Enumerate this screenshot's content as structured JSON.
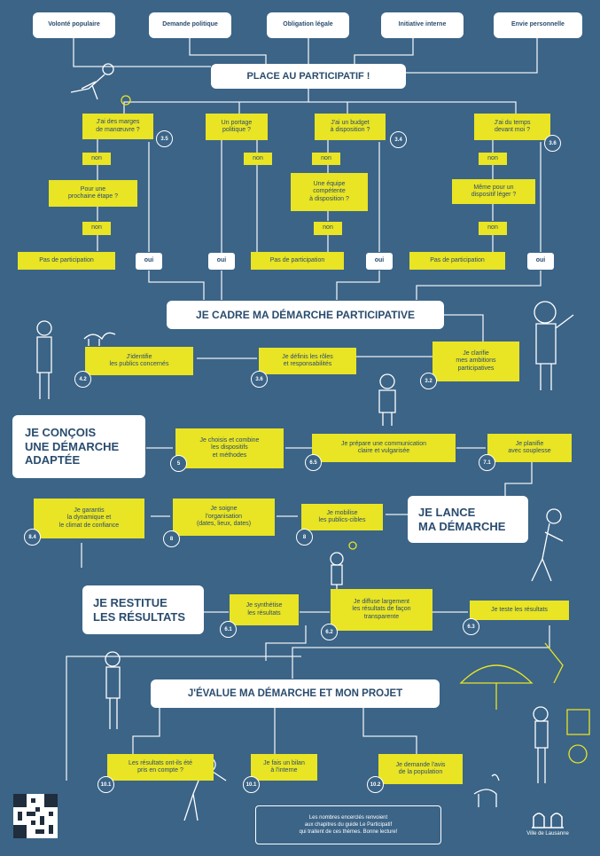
{
  "sources": [
    "Volonté populaire",
    "Demande politique",
    "Obligation légale",
    "Initiative interne",
    "Envie personnelle"
  ],
  "title_participatif": "PLACE AU PARTICIPATIF !",
  "q_marges": "J'ai des marges\nde manœuvre ?",
  "q_portage": "Un portage\npolitique ?",
  "q_budget": "J'ai un budget\nà disposition ?",
  "q_temps": "J'ai du temps\ndevant moi ?",
  "q_etape": "Pour une\nprochaine étape ?",
  "q_equipe": "Une équipe\ncompétente\nà disposition ?",
  "q_leger": "Même pour un\ndispositif léger ?",
  "non": "non",
  "oui": "oui",
  "pas_participation": "Pas de participation",
  "badge_3_5": "3.5",
  "badge_3_4": "3.4",
  "badge_3_6": "3.6",
  "section_cadre": "JE CADRE MA DÉMARCHE PARTICIPATIVE",
  "s_clarifie": "Je clarifie\nmes ambitions\nparticipatives",
  "s_roles": "Je définis les rôles\net responsabilités",
  "s_publics": "J'identifie\nles publics concernés",
  "badge_3_2": "3.2",
  "badge_3_6b": "3.6",
  "badge_4_2": "4.2",
  "section_concois": "JE CONÇOIS\nUNE DÉMARCHE\nADAPTÉE",
  "s_choisis": "Je choisis et combine\nles dispositifs\net méthodes",
  "s_communication": "Je prépare une communication\nclaire et vulgarisée",
  "s_planifie": "Je planifie\navec souplesse",
  "badge_5": "5",
  "badge_6_5": "6.5",
  "badge_7_1": "7.1",
  "section_lance": "JE LANCE\nMA DÉMARCHE",
  "s_mobilise": "Je mobilise\nles publics-cibles",
  "s_organise": "Je soigne\nl'organisation\n(dates, lieux, dates)",
  "s_garantis": "Je garantis\nla dynamique et\nle climat de confiance",
  "badge_8": "8",
  "badge_8b": "8",
  "badge_8_4": "8.4",
  "section_restitue": "JE RESTITUE\nLES RÉSULTATS",
  "s_synthetise": "Je synthétise\nles résultats",
  "s_diffuse": "Je diffuse largement\nles résultats de façon\ntransparente",
  "s_teste": "Je teste les résultats",
  "badge_6_1": "6.1",
  "badge_6_2": "6.2",
  "badge_6_3": "6.3",
  "section_evalue": "J'ÉVALUE MA DÉMARCHE ET MON PROJET",
  "s_resultats": "Les résultats ont-ils été\npris en compte ?",
  "s_bilan": "Je fais un bilan\nà l'interne",
  "s_avis": "Je demande l'avis\nde la population",
  "badge_10_1": "10.1",
  "badge_10_1b": "10.1",
  "badge_10_2": "10.2",
  "footer_note": "Les nombres encerclés renvoient\naux chapitres du guide Le Participatif\nqui traitent de ces thèmes. Bonne lecture!",
  "logo_text": "Ville de Lausanne",
  "colors": {
    "background": "#3b6487",
    "yellow": "#e9e424",
    "white": "#ffffff"
  }
}
